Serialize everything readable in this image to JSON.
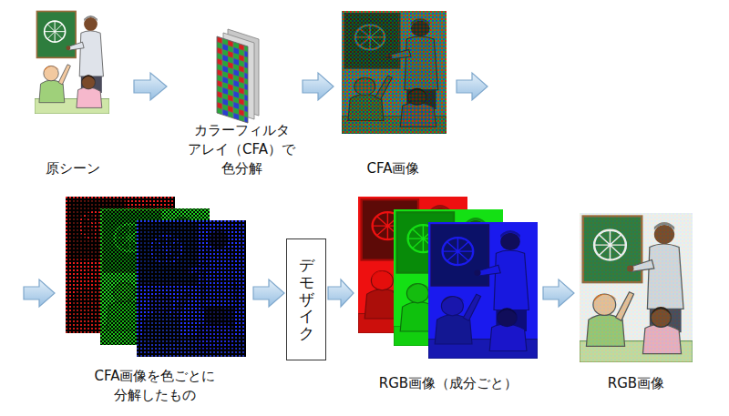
{
  "diagram": {
    "nodes": [
      {
        "text": [
          "原シーン"
        ]
      },
      {
        "text": [
          "カラーフィルタ アレイ（CFA）で 色分解"
        ]
      },
      {
        "text": [
          "CFA画像"
        ]
      },
      {
        "text": [
          "CFA画像を色ごとに 分解したもの"
        ]
      },
      {
        "text": [
          "デモザイク"
        ]
      },
      {
        "text": [
          "RGB画像（成分ごと）"
        ]
      },
      {
        "text": [
          "RGB画像"
        ]
      }
    ],
    "edges": [
      {
        "from": 0,
        "to": 1,
        "arrow": "to"
      },
      {
        "from": 1,
        "to": 2,
        "arrow": "to"
      },
      {
        "from": 2,
        "to": 3,
        "arrow": "to"
      },
      {
        "from": 3,
        "to": 4,
        "arrow": "to"
      },
      {
        "from": 4,
        "to": 5,
        "arrow": "to"
      },
      {
        "from": 5,
        "to": 6,
        "arrow": "to"
      }
    ]
  }
}
